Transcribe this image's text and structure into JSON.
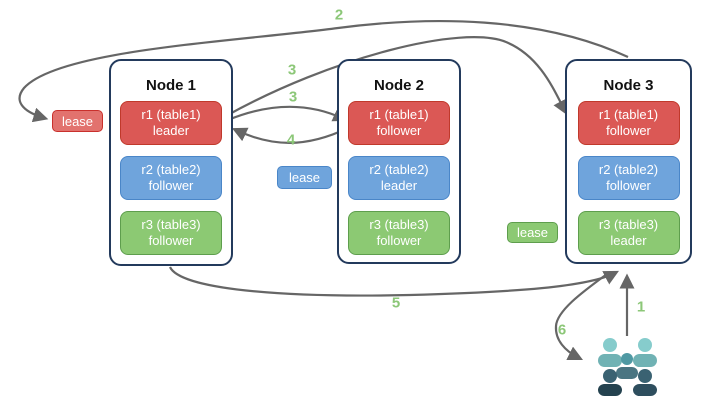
{
  "diagram": {
    "nodes": [
      {
        "title": "Node 1",
        "replicas": [
          {
            "name": "r1 (table1)",
            "role": "leader",
            "color": "red"
          },
          {
            "name": "r2 (table2)",
            "role": "follower",
            "color": "blue"
          },
          {
            "name": "r3 (table3)",
            "role": "follower",
            "color": "green"
          }
        ]
      },
      {
        "title": "Node 2",
        "replicas": [
          {
            "name": "r1 (table1)",
            "role": "follower",
            "color": "red"
          },
          {
            "name": "r2 (table2)",
            "role": "leader",
            "color": "blue"
          },
          {
            "name": "r3 (table3)",
            "role": "follower",
            "color": "green"
          }
        ]
      },
      {
        "title": "Node 3",
        "replicas": [
          {
            "name": "r1 (table1)",
            "role": "follower",
            "color": "red"
          },
          {
            "name": "r2 (table2)",
            "role": "follower",
            "color": "blue"
          },
          {
            "name": "r3 (table3)",
            "role": "leader",
            "color": "green"
          }
        ]
      }
    ],
    "leases": [
      {
        "label": "lease",
        "color": "#e2726e"
      },
      {
        "label": "lease",
        "color": "#6fa4dc"
      },
      {
        "label": "lease",
        "color": "#8cc973"
      }
    ],
    "arrow_labels": [
      "1",
      "2",
      "3",
      "3",
      "4",
      "5",
      "6"
    ],
    "icons": {
      "users_group": "users-group-icon"
    },
    "colors": {
      "replica_red": "#db5855",
      "replica_red_border": "#c0392b",
      "replica_blue": "#6fa4dc",
      "replica_blue_border": "#4a86c8",
      "replica_green": "#8cc973",
      "replica_green_border": "#5e9e4d",
      "node_border": "#233a5c",
      "arrow": "#666666",
      "arrow_label": "#8cc778",
      "users_light_teal": "#7ec5c5",
      "users_mid_teal": "#4f99a3",
      "users_dark_slate": "#2e4a57"
    }
  }
}
